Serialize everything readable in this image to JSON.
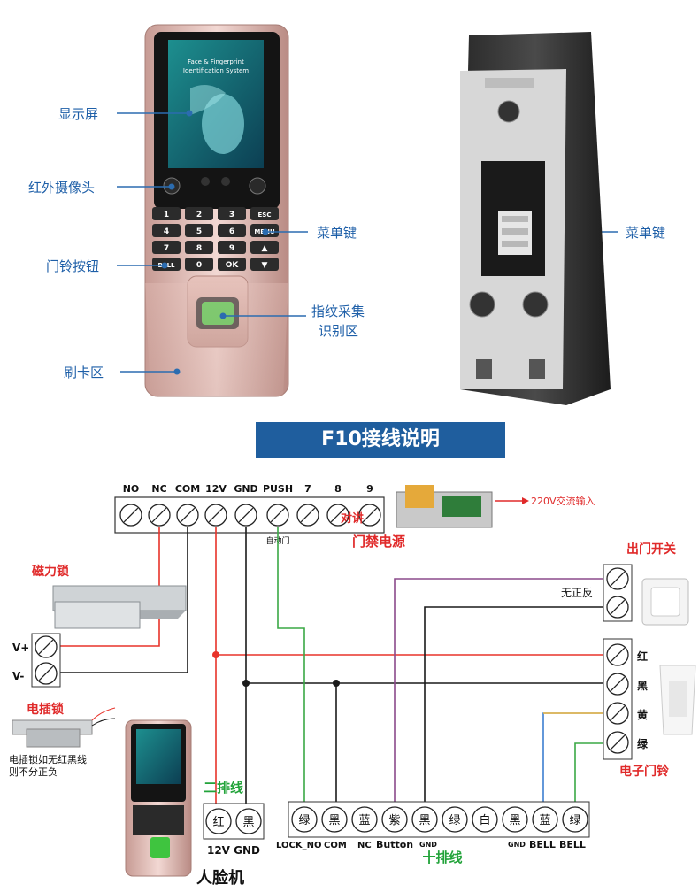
{
  "callouts": {
    "display": "显示屏",
    "ir_camera": "红外摄像头",
    "doorbell_button": "门铃按钮",
    "card_area": "刷卡区",
    "menu_key": "菜单键",
    "fingerprint_zone": "指纹采集",
    "fingerprint_zone_2": "识别区",
    "back_menu_key": "菜单键"
  },
  "device_screen": {
    "line1": "Face & Fingerprint",
    "line2": "Identification System"
  },
  "keypad": {
    "keys": [
      "1",
      "2",
      "3",
      "ESC",
      "4",
      "5",
      "6",
      "MENU",
      "7",
      "8",
      "9",
      "▲",
      "BELL",
      "0",
      "OK",
      "▼"
    ]
  },
  "banner": "F10接线说明",
  "terminal_top": {
    "labels": [
      "NO",
      "NC",
      "COM",
      "12V",
      "GND",
      "PUSH",
      "7",
      "8",
      "9"
    ],
    "auto_door": "自动门",
    "intercom": "对讲"
  },
  "power": {
    "label": "门禁电源",
    "input": "220V交流输入"
  },
  "maglock": {
    "title": "磁力锁",
    "v_plus": "V+",
    "v_minus": "V-"
  },
  "elock": {
    "title": "电插锁",
    "note1": "电插锁如无红黑线",
    "note2": "则不分正负"
  },
  "exit_switch": {
    "title": "出门开关",
    "note": "无正反"
  },
  "doorbell": {
    "colors": [
      "红",
      "黑",
      "黄",
      "绿"
    ],
    "title": "电子门铃"
  },
  "two_row": {
    "title": "二排线",
    "colors": [
      "红",
      "黑"
    ],
    "labels": "12V GND"
  },
  "ten_row": {
    "colors": [
      "绿",
      "黑",
      "蓝",
      "紫",
      "黑",
      "绿",
      "白",
      "黑",
      "蓝",
      "绿"
    ],
    "lbl_lock": "LOCK_NO",
    "lbl_com": "COM",
    "lbl_nc": "NC",
    "lbl_button": "Button",
    "lbl_gnd1": "GND",
    "lbl_gnd2": "GND",
    "lbl_bell1": "BELL",
    "lbl_bell2": "BELL",
    "title": "十排线"
  },
  "face_machine": "人脸机",
  "wire_colors": {
    "red": "#e8332a",
    "black": "#1a1a1a",
    "green": "#3aa845",
    "purple": "#8b4a8b",
    "blue": "#3d7fd0",
    "yellow": "#f2b73b",
    "callout": "#2b6cb0",
    "title_red": "#e02a2a",
    "title_green": "#22a33a"
  }
}
